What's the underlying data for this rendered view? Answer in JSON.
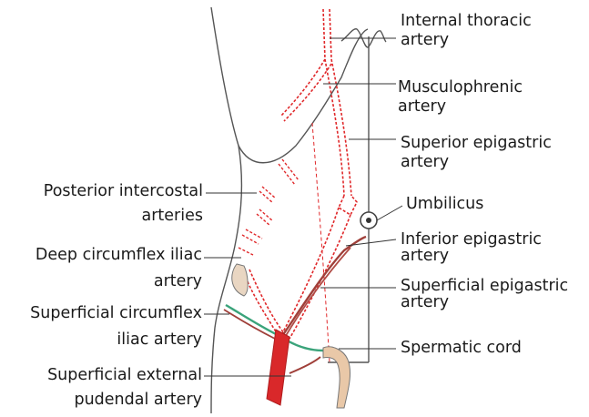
{
  "labels": {
    "internal_thoracic": [
      "Internal thoracic",
      "artery"
    ],
    "musculophrenic": [
      "Musculophrenic",
      "artery"
    ],
    "superior_epigastric": [
      "Superior epigastric",
      "artery"
    ],
    "umbilicus": "Umbilicus",
    "inferior_epigastric": [
      "Inferior epigastric",
      "artery"
    ],
    "superficial_epigastric": [
      "Superficial epigastric",
      "artery"
    ],
    "spermatic_cord": "Spermatic cord",
    "posterior_intercostal": [
      "Posterior intercostal",
      "arteries"
    ],
    "deep_circumflex_iliac": [
      "Deep circumflex iliac",
      "artery"
    ],
    "superficial_circumflex_iliac": [
      "Superficial circumflex",
      "iliac artery"
    ],
    "superficial_external_pudendal": [
      "Superficial external",
      "pudendal artery"
    ]
  },
  "colors": {
    "outline": "#555555",
    "artery_dotted": "#e0282a",
    "artery_solid": "#a0403a",
    "femoral": "#d9282a",
    "cord_green": "#3aa37a",
    "cord_tan": "#e9c8a8"
  }
}
